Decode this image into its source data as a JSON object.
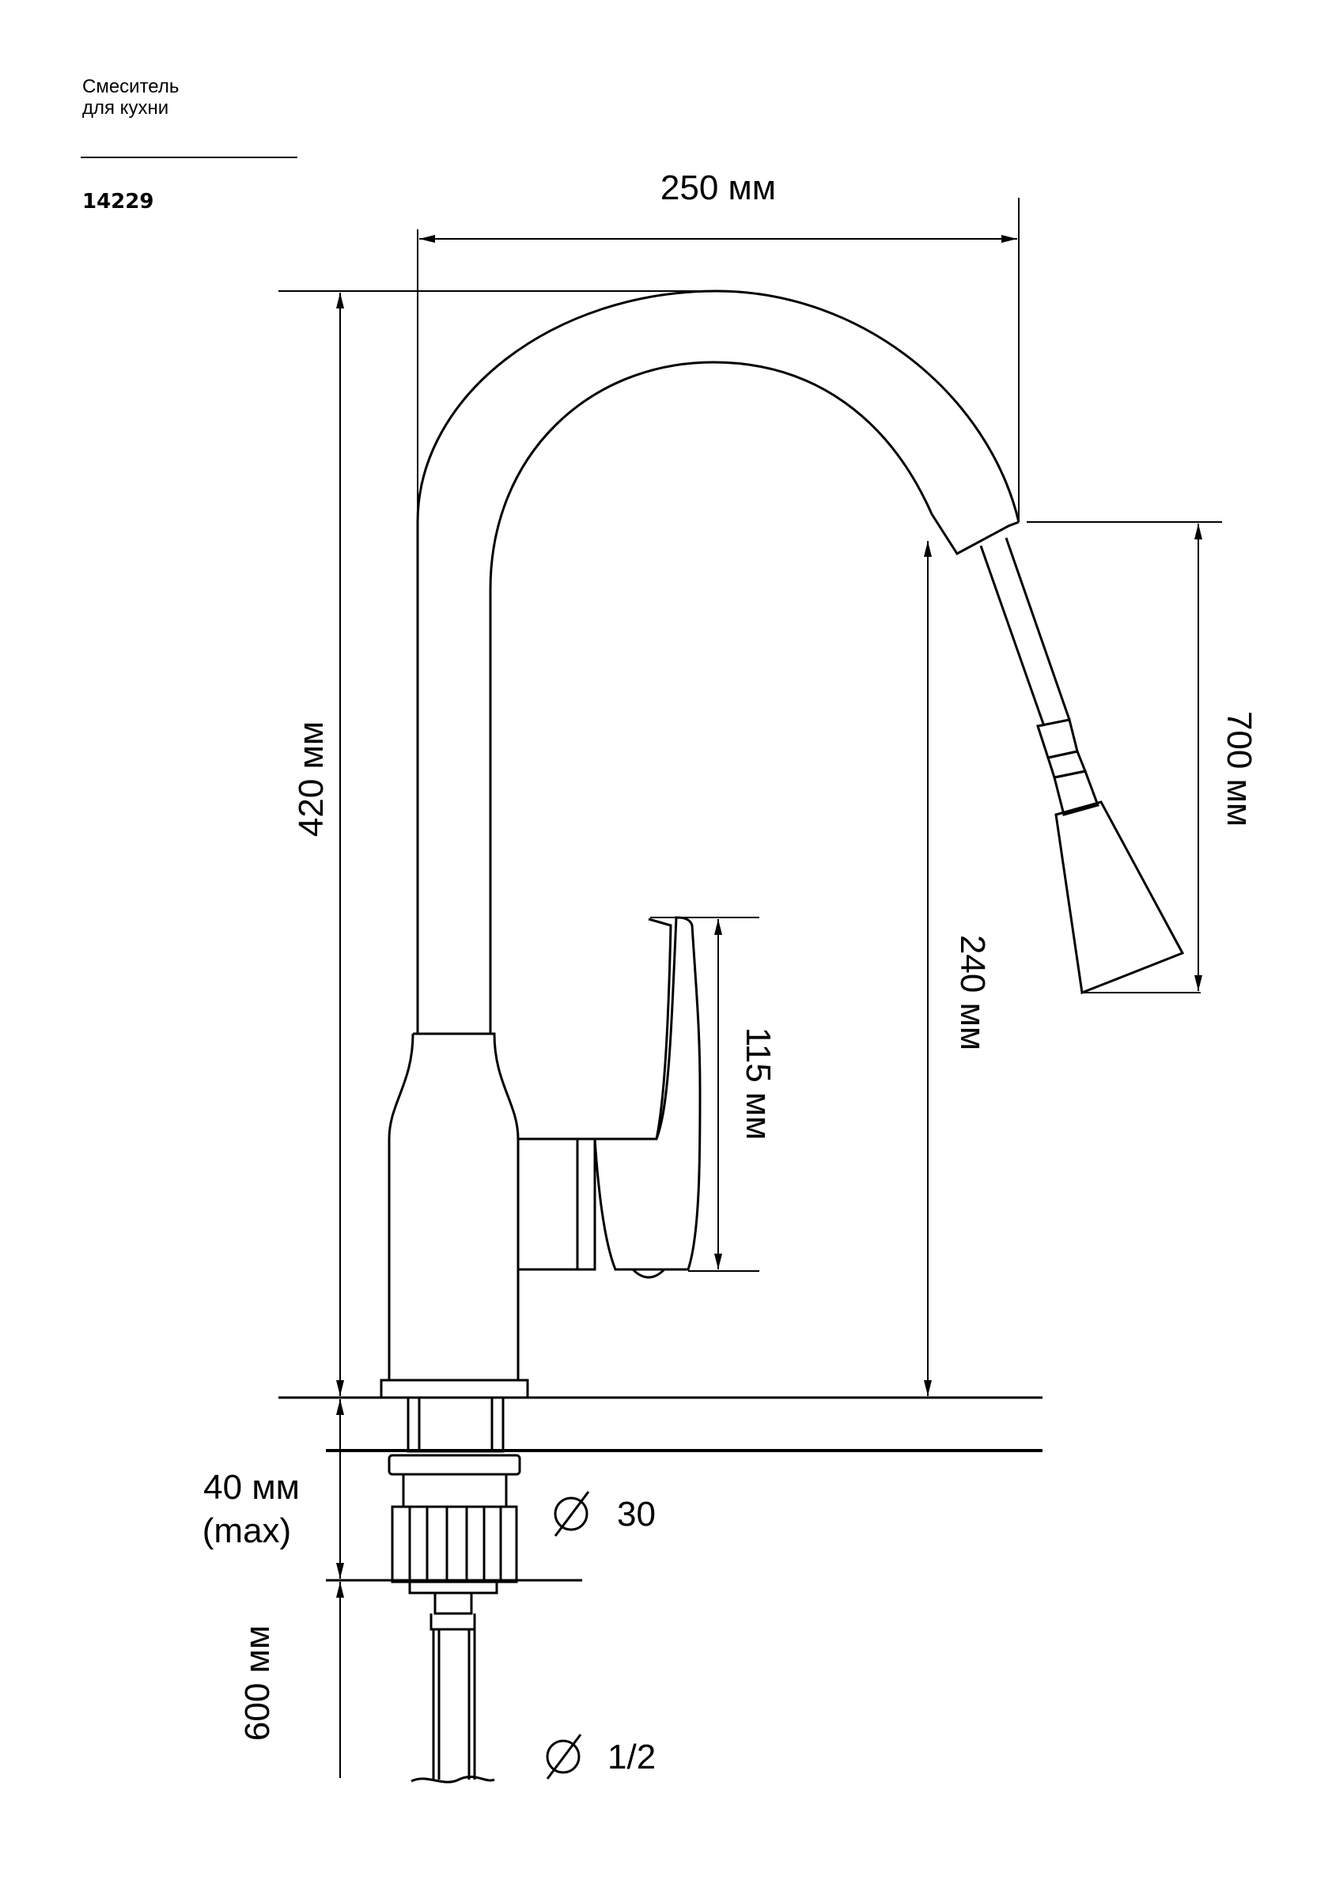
{
  "header": {
    "title_line1": "Смеситель",
    "title_line2": "для кухни",
    "model_code": "14229"
  },
  "dimensions": {
    "width_label": "250 мм",
    "height_label": "420 мм",
    "hose_label": "700 мм",
    "spout_height_label": "240 мм",
    "lever_label": "115 мм",
    "mount_label_line1": "40 мм",
    "mount_label_line2": "(max)",
    "supply_label": "600 мм",
    "thread_diameter_label": "30",
    "connection_diameter_label": "1/2"
  },
  "colors": {
    "ink": "#000000",
    "paper": "#ffffff"
  }
}
